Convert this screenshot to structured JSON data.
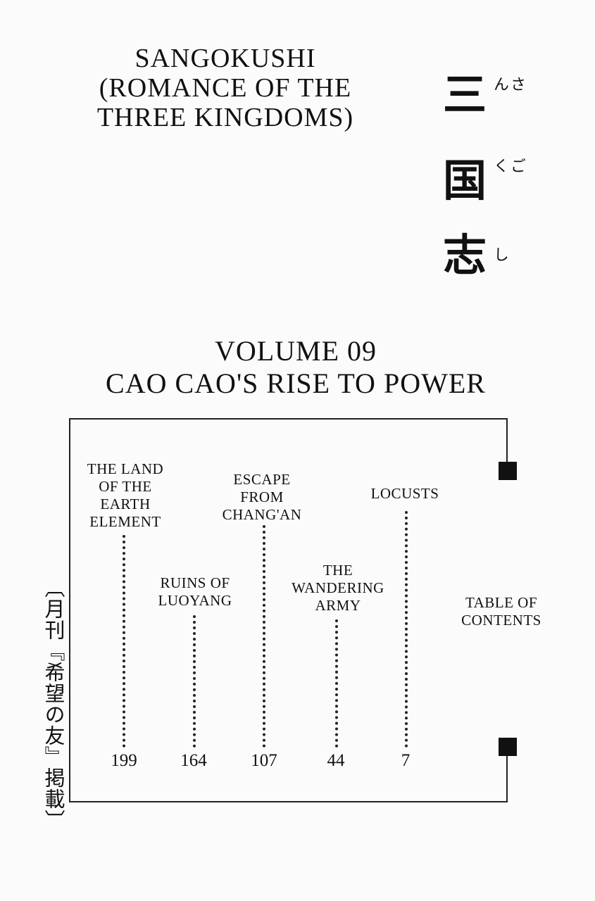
{
  "title": {
    "line1": "SANGOKUSHI",
    "line2": "(ROMANCE OF THE",
    "line3": "THREE KINGDOMS)"
  },
  "kanji_title": {
    "chars": [
      "三",
      "国",
      "志"
    ],
    "furigana": [
      "さん",
      "ごく",
      "し"
    ]
  },
  "volume": {
    "line1": "VOLUME 09",
    "line2": "CAO CAO'S RISE TO POWER"
  },
  "contents": {
    "heading_line1": "TABLE OF",
    "heading_line2": "CONTENTS",
    "chapters": [
      {
        "lines": [
          "THE LAND",
          "OF THE",
          "EARTH",
          "ELEMENT"
        ],
        "page": "199"
      },
      {
        "lines": [
          "RUINS OF",
          "LUOYANG"
        ],
        "page": "164"
      },
      {
        "lines": [
          "ESCAPE",
          "FROM",
          "CHANG'AN"
        ],
        "page": "107"
      },
      {
        "lines": [
          "THE",
          "WANDERING",
          "ARMY"
        ],
        "page": "44"
      },
      {
        "lines": [
          "LOCUSTS"
        ],
        "page": "7"
      }
    ]
  },
  "publication_note": "〔月刊『希望の友』掲載〕"
}
